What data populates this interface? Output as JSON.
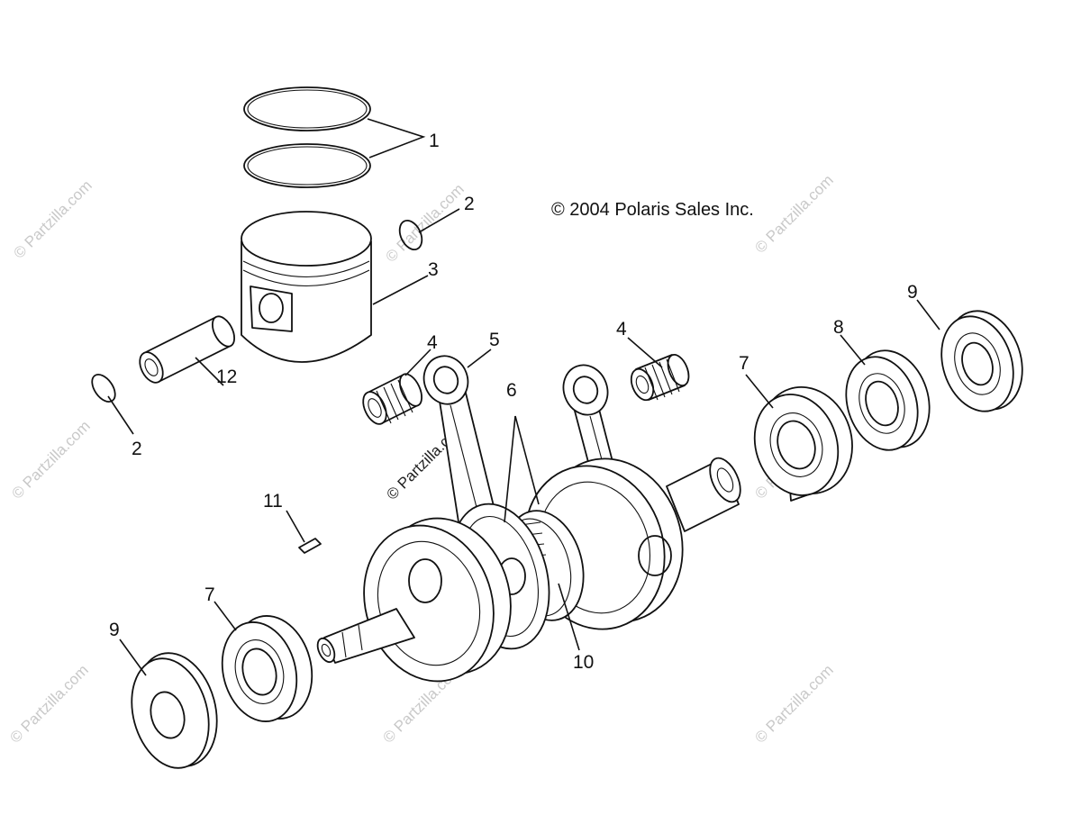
{
  "copyright": "© 2004 Polaris Sales Inc.",
  "watermark": "© Partzilla.com",
  "callouts": [
    "1",
    "2",
    "2",
    "3",
    "4",
    "4",
    "5",
    "6",
    "7",
    "7",
    "8",
    "9",
    "9",
    "10",
    "11",
    "12"
  ],
  "parts": [
    {
      "name": "piston-rings",
      "callout": "1"
    },
    {
      "name": "circlip",
      "callout": "2"
    },
    {
      "name": "piston",
      "callout": "3"
    },
    {
      "name": "needle-bearing",
      "callout": "4"
    },
    {
      "name": "connecting-rod",
      "callout": "5"
    },
    {
      "name": "crankshaft",
      "callout": "6"
    },
    {
      "name": "main-bearing",
      "callout": "7"
    },
    {
      "name": "bearing",
      "callout": "8"
    },
    {
      "name": "oil-seal",
      "callout": "9"
    },
    {
      "name": "center-seal",
      "callout": "10"
    },
    {
      "name": "woodruff-key",
      "callout": "11"
    },
    {
      "name": "piston-pin",
      "callout": "12"
    }
  ]
}
